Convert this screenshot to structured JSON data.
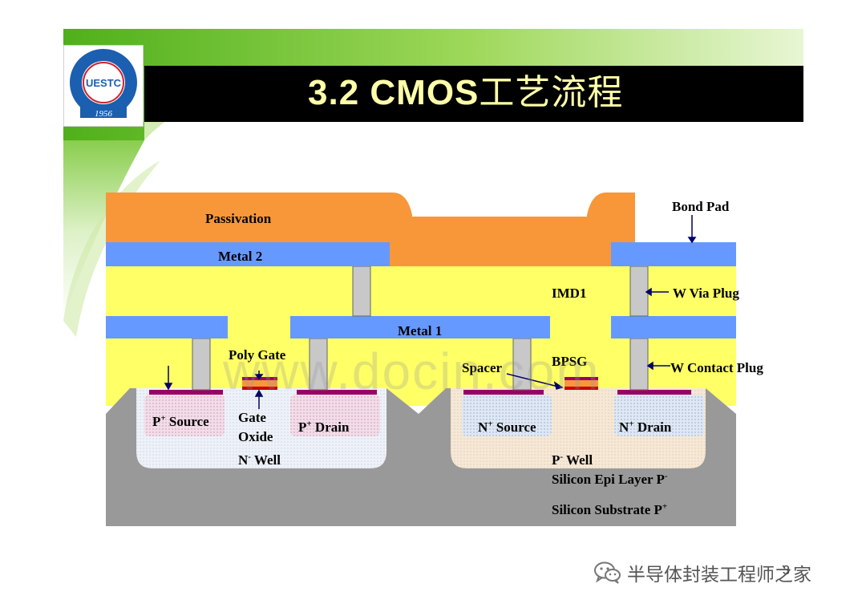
{
  "slide": {
    "title_latin": "3.2 CMOS",
    "title_cjk": "工艺流程"
  },
  "logo": {
    "center_text": "UESTC",
    "year": "1956"
  },
  "labels": {
    "passivation": "Passivation",
    "bond_pad": "Bond Pad",
    "metal2": "Metal 2",
    "imd1": "IMD1",
    "w_via_plug": "W Via Plug",
    "metal1": "Metal 1",
    "poly_gate": "Poly Gate",
    "spacer": "Spacer",
    "bpsg": "BPSG",
    "w_contact_plug": "W Contact Plug",
    "p_source_base": "P",
    "p_source_sup": "+",
    "p_source_tail": " Source",
    "gate": "Gate",
    "oxide": "Oxide",
    "p_drain_base": "P",
    "p_drain_sup": "+",
    "p_drain_tail": " Drain",
    "n_source_base": "N",
    "n_source_sup": "+",
    "n_source_tail": " Source",
    "n_drain_base": "N",
    "n_drain_sup": "+",
    "n_drain_tail": " Drain",
    "n_well_base": "N",
    "n_well_sup": "-",
    "n_well_tail": " Well",
    "p_well_base": "P",
    "p_well_sup": "-",
    "p_well_tail": " Well",
    "epi_text": "Silicon Epi Layer  P",
    "epi_sup": "-",
    "substrate_text": "Silicon Substrate  P",
    "substrate_sup": "+"
  },
  "watermark": "www.docin.com",
  "footer": {
    "text": "半导体封装工程师之家",
    "icon": "wechat-icon"
  },
  "page_number": "3",
  "colors": {
    "passivation": "#f7973a",
    "metal": "#6699ff",
    "dielectric": "#ffff66",
    "plug": "#c8c8c8",
    "substrate": "#999999",
    "n_well": "#eef2f8",
    "p_well": "#f6e8d6",
    "silicide": "#990066",
    "title_bar": "#000000",
    "title_text": "#ffffaa",
    "green": "#6ec21e"
  }
}
